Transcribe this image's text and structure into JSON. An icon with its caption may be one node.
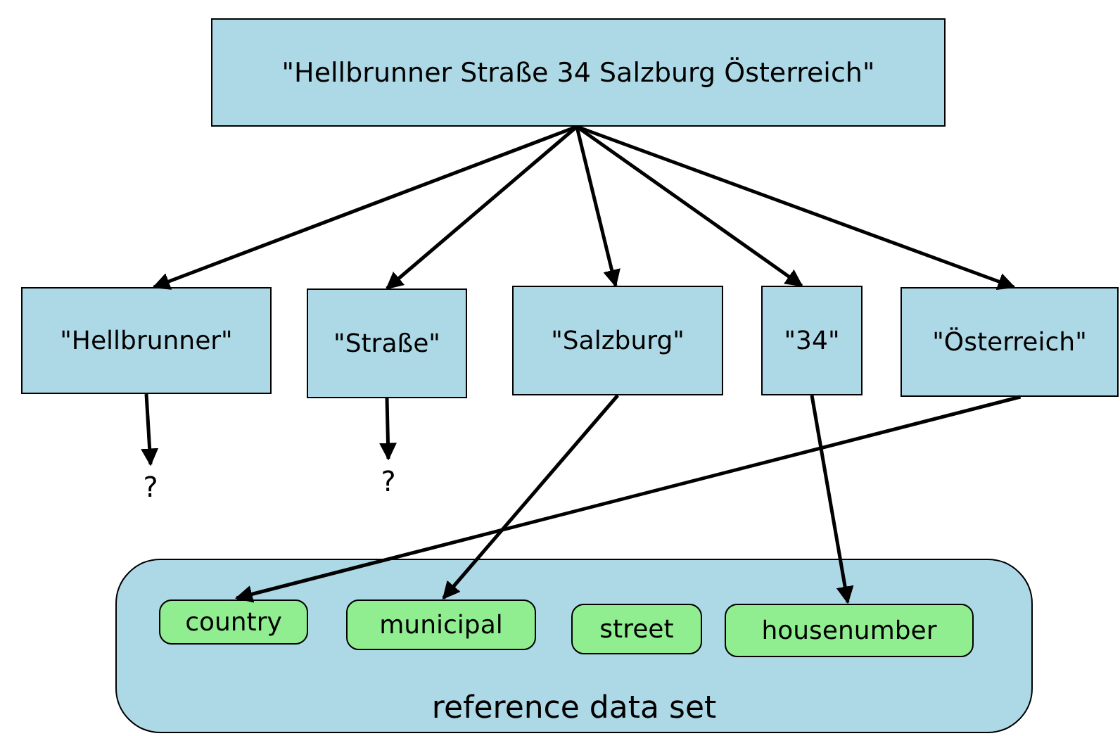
{
  "diagram": {
    "nodes": [
      {
        "text": [
          "\"Hellbrunner Straße 34 Salzburg Österreich\""
        ]
      },
      {
        "text": [
          "\"Hellbrunner\""
        ]
      },
      {
        "text": [
          "\"Straße\""
        ]
      },
      {
        "text": [
          "\"Salzburg\""
        ]
      },
      {
        "text": [
          "\"34\""
        ]
      },
      {
        "text": [
          "\"Österreich\""
        ]
      },
      {
        "text": [
          "?"
        ]
      },
      {
        "text": [
          "?"
        ]
      },
      {
        "text": [
          "reference data set"
        ]
      },
      {
        "text": [
          "country"
        ],
        "in": 8
      },
      {
        "text": [
          "municipal"
        ],
        "in": 8
      },
      {
        "text": [
          "street"
        ],
        "in": 8
      },
      {
        "text": [
          "housenumber"
        ],
        "in": 8
      }
    ],
    "edges": [
      {
        "from": 0,
        "to": 1,
        "arrow": "to"
      },
      {
        "from": 0,
        "to": 2,
        "arrow": "to"
      },
      {
        "from": 0,
        "to": 3,
        "arrow": "to"
      },
      {
        "from": 0,
        "to": 4,
        "arrow": "to"
      },
      {
        "from": 0,
        "to": 5,
        "arrow": "to"
      },
      {
        "from": 1,
        "to": 6,
        "arrow": "to"
      },
      {
        "from": 2,
        "to": 7,
        "arrow": "to"
      },
      {
        "from": 5,
        "to": 9,
        "arrow": "to"
      },
      {
        "from": 3,
        "to": 10,
        "arrow": "to"
      },
      {
        "from": 4,
        "to": 12,
        "arrow": "to"
      }
    ]
  }
}
